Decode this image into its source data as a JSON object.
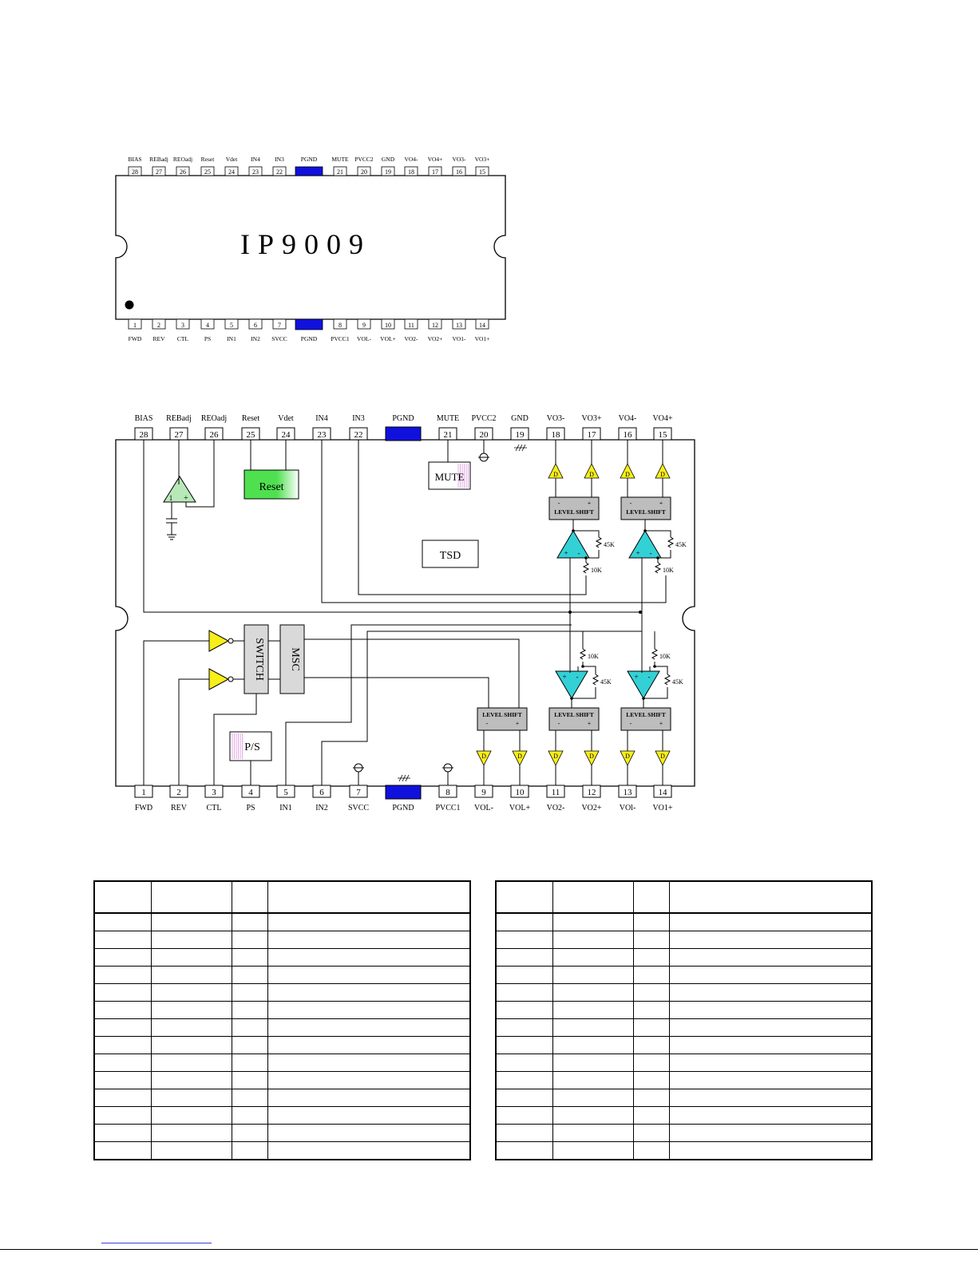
{
  "chip": {
    "name": "IP9009",
    "pgnd_color": "#1111dd",
    "top_pins": [
      {
        "num": "28",
        "label": "BIAS"
      },
      {
        "num": "27",
        "label": "REBadj"
      },
      {
        "num": "26",
        "label": "REOadj"
      },
      {
        "num": "25",
        "label": "Reset"
      },
      {
        "num": "24",
        "label": "Vdet"
      },
      {
        "num": "23",
        "label": "IN4"
      },
      {
        "num": "22",
        "label": "IN3"
      },
      {
        "num": "",
        "label": "PGND"
      },
      {
        "num": "21",
        "label": "MUTE"
      },
      {
        "num": "20",
        "label": "PVCC2"
      },
      {
        "num": "19",
        "label": "GND"
      },
      {
        "num": "18",
        "label": "VO4-"
      },
      {
        "num": "17",
        "label": "VO4+"
      },
      {
        "num": "16",
        "label": "VO3-"
      },
      {
        "num": "15",
        "label": "VO3+"
      }
    ],
    "bottom_pins": [
      {
        "num": "1",
        "label": "FWD"
      },
      {
        "num": "2",
        "label": "REV"
      },
      {
        "num": "3",
        "label": "CTL"
      },
      {
        "num": "4",
        "label": "PS"
      },
      {
        "num": "5",
        "label": "IN1"
      },
      {
        "num": "6",
        "label": "IN2"
      },
      {
        "num": "7",
        "label": "SVCC"
      },
      {
        "num": "",
        "label": "PGND"
      },
      {
        "num": "8",
        "label": "PVCC1"
      },
      {
        "num": "9",
        "label": "VOL-"
      },
      {
        "num": "10",
        "label": "VOL+"
      },
      {
        "num": "11",
        "label": "VO2-"
      },
      {
        "num": "12",
        "label": "VO2+"
      },
      {
        "num": "13",
        "label": "VO1-"
      },
      {
        "num": "14",
        "label": "VO1+"
      }
    ]
  },
  "block": {
    "top_pins": [
      {
        "num": "28",
        "label": "BIAS"
      },
      {
        "num": "27",
        "label": "REBadj"
      },
      {
        "num": "26",
        "label": "REOadj"
      },
      {
        "num": "25",
        "label": "Reset"
      },
      {
        "num": "24",
        "label": "Vdet"
      },
      {
        "num": "23",
        "label": "IN4"
      },
      {
        "num": "22",
        "label": "IN3"
      },
      {
        "num": "",
        "label": "PGND"
      },
      {
        "num": "21",
        "label": "MUTE"
      },
      {
        "num": "20",
        "label": "PVCC2"
      },
      {
        "num": "19",
        "label": "GND"
      },
      {
        "num": "18",
        "label": "VO3-"
      },
      {
        "num": "17",
        "label": "VO3+"
      },
      {
        "num": "16",
        "label": "VO4-"
      },
      {
        "num": "15",
        "label": "VO4+"
      }
    ],
    "bottom_pins": [
      {
        "num": "1",
        "label": "FWD"
      },
      {
        "num": "2",
        "label": "REV"
      },
      {
        "num": "3",
        "label": "CTL"
      },
      {
        "num": "4",
        "label": "PS"
      },
      {
        "num": "5",
        "label": "IN1"
      },
      {
        "num": "6",
        "label": "IN2"
      },
      {
        "num": "7",
        "label": "SVCC"
      },
      {
        "num": "",
        "label": "PGND"
      },
      {
        "num": "8",
        "label": "PVCC1"
      },
      {
        "num": "9",
        "label": "VOL-"
      },
      {
        "num": "10",
        "label": "VOL+"
      },
      {
        "num": "11",
        "label": "VO2-"
      },
      {
        "num": "12",
        "label": "VO2+"
      },
      {
        "num": "13",
        "label": "VOl-"
      },
      {
        "num": "14",
        "label": "VO1+"
      }
    ],
    "labels": {
      "reset": "Reset",
      "mute": "MUTE",
      "tsd": "TSD",
      "switch": "SWITCH",
      "msc": "MSC",
      "ps": "P/S",
      "level_shift": "LEVEL SHIFT",
      "minus": "-",
      "plus": "+",
      "driver": "D",
      "r45k": "45K",
      "r10k": "10K",
      "opamp_left": "1"
    },
    "colors": {
      "reset_grad_start": "#4fe04f",
      "reset_grad_end": "#ffffff",
      "opamp": "#33d1d6",
      "driver": "#f7ee1a",
      "inverter": "#f7ee1a",
      "level_shift": "#bdbdbd",
      "switch": "#d9d9d9",
      "msc": "#d9d9d9",
      "left_opamp": "#b8e8b8",
      "pgnd": "#1111dd",
      "stripe": "#d070d0"
    }
  },
  "tables": {
    "rows": 14
  }
}
